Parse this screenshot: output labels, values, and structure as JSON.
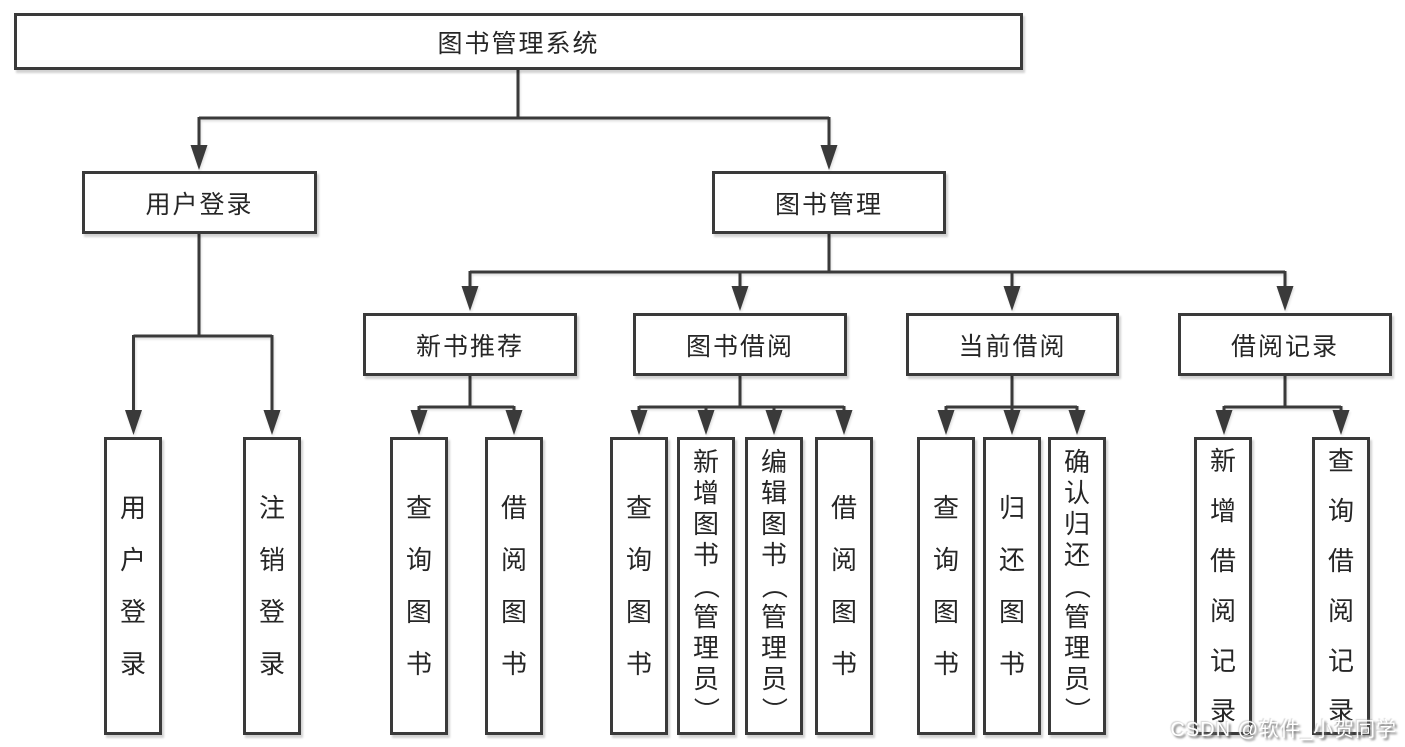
{
  "diagram": {
    "title": "图书管理系统",
    "nodes": {
      "root": "图书管理系统",
      "user_login": "用户登录",
      "book_management": "图书管理",
      "new_book_recommend": "新书推荐",
      "book_borrow": "图书借阅",
      "current_borrow": "当前借阅",
      "borrow_record": "借阅记录",
      "leaves": {
        "user_login_leaf": "用户登录",
        "logout": "注销登录",
        "nbr_query_book": "查询图书",
        "nbr_borrow_book": "借阅图书",
        "bb_query_book": "查询图书",
        "bb_add_book": "新增图书（管理员）",
        "bb_edit_book": "编辑图书（管理员）",
        "bb_borrow_book": "借阅图书",
        "cb_query_book": "查询图书",
        "cb_return_book": "归还图书",
        "cb_confirm_return": "确认归还（管理员）",
        "br_add_record": "新增借阅记录",
        "br_query_record": "查询借阅记录"
      }
    },
    "colors": {
      "line": "#3a3a3a",
      "box_border": "#3a3a3a",
      "box_fill": "#ffffff",
      "text": "#262626",
      "background": "#ffffff",
      "watermark_text": "#ffffff"
    }
  },
  "watermark": "CSDN @软件_小贺同学"
}
